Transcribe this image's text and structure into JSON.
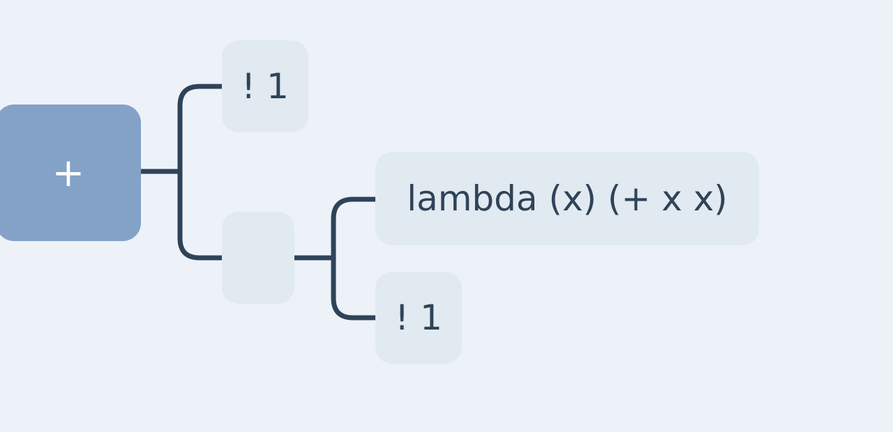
{
  "diagram": {
    "root": {
      "label": "+",
      "children": [
        {
          "label": "! 1"
        },
        {
          "label": "",
          "children": [
            {
              "label": "lambda (x) (+ x x)"
            },
            {
              "label": "! 1"
            }
          ]
        }
      ]
    }
  },
  "colors": {
    "background": "#ecf2f8",
    "root_fill": "#84a2c8",
    "node_fill": "#e1e9f1",
    "connector": "#2f4358",
    "text": "#2f4358"
  }
}
